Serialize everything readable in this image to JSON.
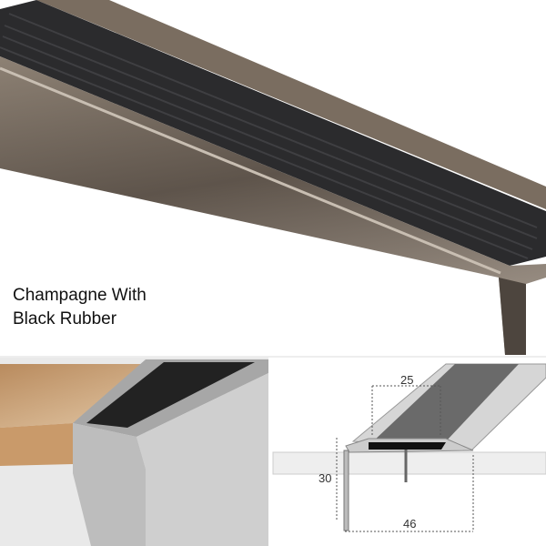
{
  "caption": {
    "line1": "Champagne With",
    "line2": "Black Rubber"
  },
  "diagram": {
    "width_top": "25",
    "height": "30",
    "width_total": "46"
  },
  "colors": {
    "bronze": "#6e6256",
    "rubber": "#2a2a2c",
    "wood": "#d9b48c",
    "aluminium": "#b9b9b9"
  }
}
